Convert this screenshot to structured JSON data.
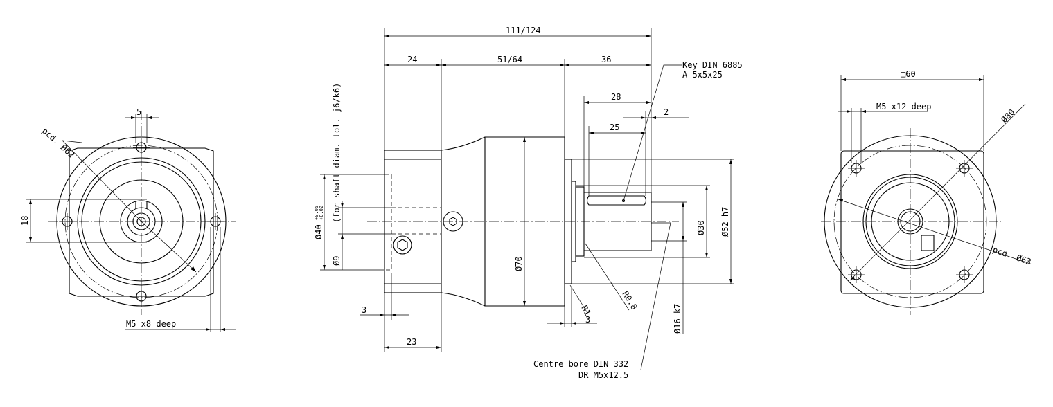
{
  "left_view": {
    "dim_slot_width": "5",
    "dim_pcd": "pcd. Ø62",
    "dim_height": "18",
    "note_thread": "M5 x8 deep"
  },
  "side_view": {
    "dim_overall": "111/124",
    "dim_flange": "24",
    "dim_body": "51/64",
    "dim_shaft_total": "36",
    "dim_key_length": "28",
    "dim_key_offset": "2",
    "dim_key_inner": "25",
    "key_spec_line1": "Key DIN 6885",
    "key_spec_line2": "A 5x5x25",
    "dim_input_bore": "Ø40",
    "dim_input_bore_tol_upper": "+0.05",
    "dim_input_bore_tol_lower": "+0.02",
    "shaft_tolerance_note": "(for shaft diam. tol. j6/k6)",
    "dim_input_shaft": "Ø9",
    "dim_body_diameter": "Ø70",
    "dim_radius_r1": "R1",
    "dim_radius_r08": "R0.8",
    "dim_shoulder": "Ø30",
    "dim_centering": "Ø52 h7",
    "dim_shaft": "Ø16 k7",
    "dim_left_3": "3",
    "dim_right_3": "3",
    "dim_bottom_23": "23",
    "centre_bore_line1": "Centre bore DIN 332",
    "centre_bore_line2": "DR M5x12.5"
  },
  "right_view": {
    "dim_square": "□60",
    "note_thread": "M5 x12 deep",
    "dim_outer": "Ø80",
    "dim_pcd": "pcd. Ø63"
  }
}
